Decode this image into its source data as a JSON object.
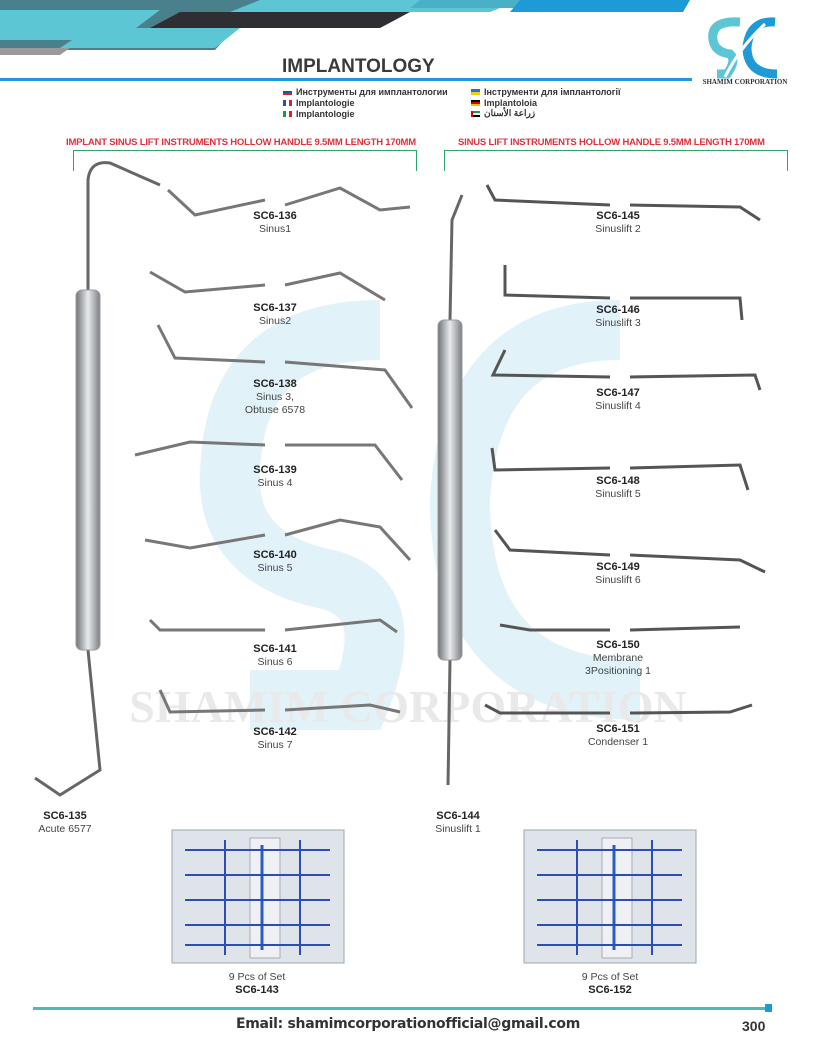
{
  "header": {
    "title": "IMPLANTOLOGY",
    "logo_text": "SHAMIM CORPORATION",
    "translations": [
      {
        "flag": "russia",
        "text": "Инструменты для имплантологии"
      },
      {
        "flag": "france",
        "text": "Implantologie"
      },
      {
        "flag": "italy",
        "text": "Implantologie"
      },
      {
        "flag": "ukraine",
        "text": "Інструменти для імплантології"
      },
      {
        "flag": "germany",
        "text": "Implantoloia"
      },
      {
        "flag": "uae",
        "text": "زراعة الأسنان"
      }
    ]
  },
  "sections": [
    {
      "title": "IMPLANT SINUS LIFT INSTRUMENTS HOLLOW HANDLE 9.5MM LENGTH 170MM"
    },
    {
      "title": "SINUS LIFT INSTRUMENTS HOLLOW HANDLE 9.5MM LENGTH 170MM"
    }
  ],
  "left_items": [
    {
      "code": "SC6-135",
      "name": "Acute 6577"
    },
    {
      "code": "SC6-136",
      "name": "Sinus1"
    },
    {
      "code": "SC6-137",
      "name": "Sinus2"
    },
    {
      "code": "SC6-138",
      "name": "Sinus 3,",
      "name2": "Obtuse 6578"
    },
    {
      "code": "SC6-139",
      "name": "Sinus 4"
    },
    {
      "code": "SC6-140",
      "name": "Sinus 5"
    },
    {
      "code": "SC6-141",
      "name": "Sinus 6"
    },
    {
      "code": "SC6-142",
      "name": "Sinus 7"
    },
    {
      "code": "SC6-143",
      "name": "9 Pcs of Set"
    }
  ],
  "right_items": [
    {
      "code": "SC6-144",
      "name": "Sinuslift 1"
    },
    {
      "code": "SC6-145",
      "name": "Sinuslift 2"
    },
    {
      "code": "SC6-146",
      "name": "Sinuslift 3"
    },
    {
      "code": "SC6-147",
      "name": "Sinuslift 4"
    },
    {
      "code": "SC6-148",
      "name": "Sinuslift 5"
    },
    {
      "code": "SC6-149",
      "name": "Sinuslift 6"
    },
    {
      "code": "SC6-150",
      "name": "Membrane",
      "name2": "3Positioning 1"
    },
    {
      "code": "SC6-151",
      "name": "Condenser 1"
    },
    {
      "code": "SC6-152",
      "name": "9 Pcs of Set"
    }
  ],
  "watermark": "SHAMIM CORPORATION",
  "footer": {
    "email": "Email: shamimcorporationofficial@gmail.com",
    "page": "300"
  },
  "colors": {
    "accent": "#1e9ad6",
    "teal": "#4fb8b8",
    "red": "#e0303a",
    "green": "#2ea36a"
  }
}
